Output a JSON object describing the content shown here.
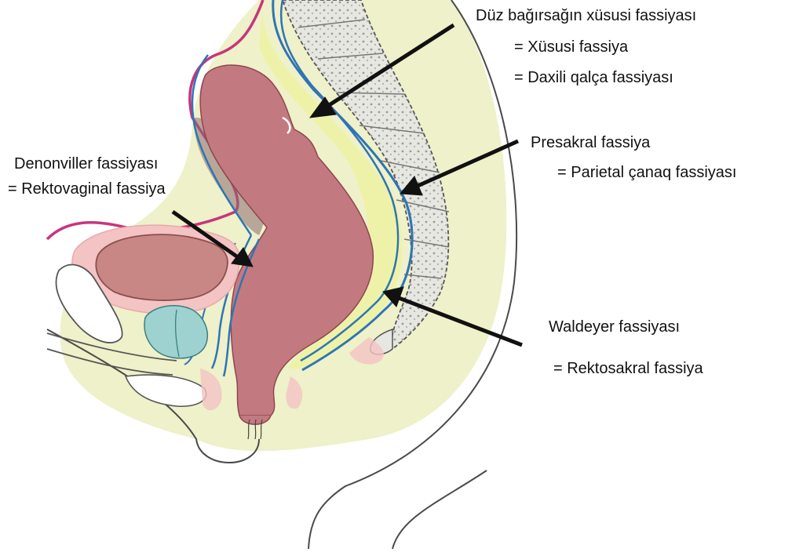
{
  "labels": {
    "mesorectal": {
      "title": "Düz bağırsağın xüsusi fassiyası",
      "alt1": "= Xüsusi fassiya",
      "alt2": "= Daxili qalça fassiyası"
    },
    "presacral": {
      "title": "Presakral fassiya",
      "alt1": "= Parietal çanaq fassiyası"
    },
    "denonvilliers": {
      "title": "Denonviller fassiyası",
      "alt1": "= Rektovaginal fassiya"
    },
    "waldeyer": {
      "title": "Waldeyer fassiyası",
      "alt1": "= Rektosakral fassiya"
    }
  },
  "colors": {
    "rectum": "#c27a80",
    "rectum_stroke": "#8d4650",
    "fascia_blue": "#2f74b5",
    "peritoneum": "#c8357c",
    "pelvic_fill": "#eef1c9",
    "fat_fill": "#eef2a9",
    "bladder": "#c88684",
    "bladder_halo": "#f4c3c4",
    "vagina": "#9ed2d0",
    "sacrum_fill": "#e8e8e4",
    "arrow": "#111111"
  }
}
